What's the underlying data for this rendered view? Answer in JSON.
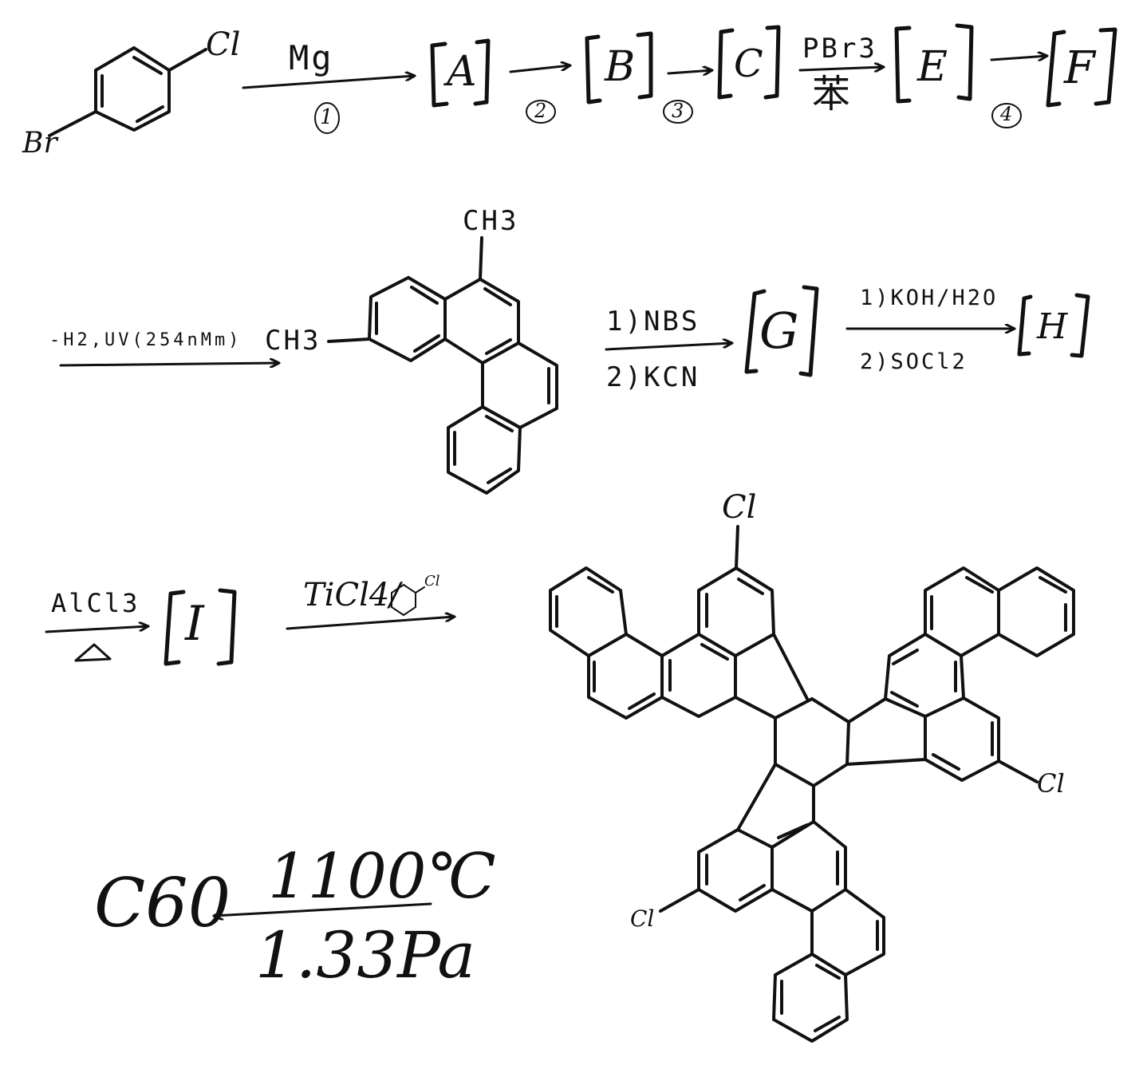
{
  "scheme": {
    "step1": {
      "start_substituent_cl": "Cl",
      "start_substituent_br": "Br",
      "reagent": "Mg",
      "step_number": "1"
    },
    "intermediates": {
      "a": "A",
      "b": "B",
      "c": "C",
      "e": "E",
      "f": "F",
      "g": "G",
      "h": "H",
      "i": "I"
    },
    "step_numbers": {
      "s2": "2",
      "s3": "3",
      "s4": "4"
    },
    "step_c_to_e": {
      "reagent": "PBr3",
      "solvent": "苯"
    },
    "photocyclization": {
      "conditions": "-H2,UV(254nMm)"
    },
    "product_methyl_top": "CH3",
    "product_methyl_left": "CH3",
    "step_to_g": {
      "line1": "1)NBS",
      "line2": "2)KCN"
    },
    "step_to_h": {
      "line1": "1)KOH/H2O",
      "line2": "2)SOCl2"
    },
    "step_to_i": {
      "reagent": "AlCl3",
      "heat": "Δ"
    },
    "step_to_trimer": {
      "reagent": "TiCl4/",
      "aux_cl": "Cl"
    },
    "trimer": {
      "cl_top": "Cl",
      "cl_right": "Cl",
      "cl_left": "Cl"
    },
    "final": {
      "product": "C60",
      "temperature": "1100℃",
      "pressure": "1.33Pa"
    }
  }
}
